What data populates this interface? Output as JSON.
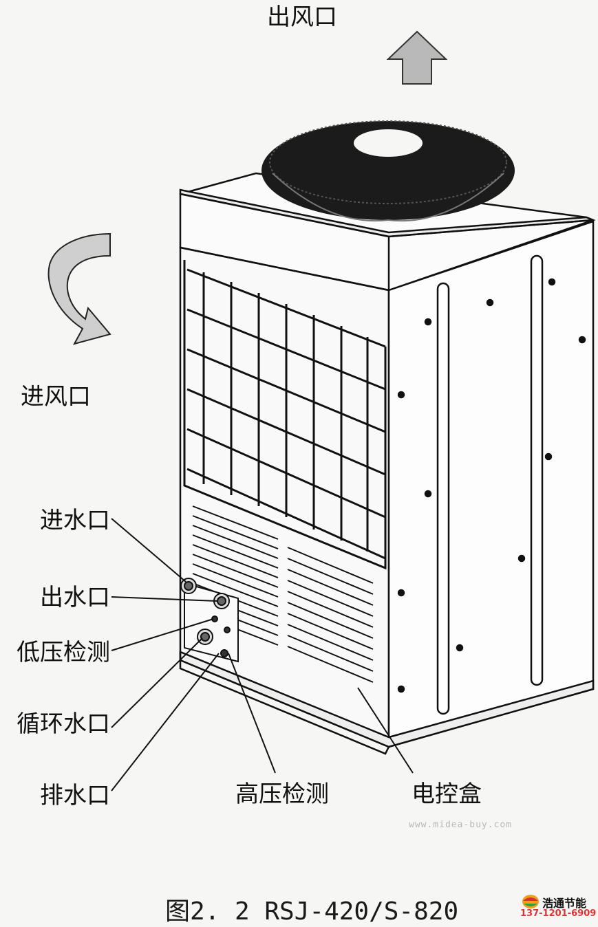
{
  "labels": {
    "air_outlet": "出风口",
    "air_inlet": "进风口",
    "water_inlet": "进水口",
    "water_outlet": "出水口",
    "low_pressure_test": "低压检测",
    "circulation_port": "循环水口",
    "drain_port": "排水口",
    "high_pressure_test": "高压检测",
    "control_box": "电控盒"
  },
  "caption": "图2. 2   RSJ-420/S-820",
  "watermark": "www.midea-buy.com",
  "brand": {
    "name": "浩通节能",
    "phone": "137-1201-6909"
  },
  "colors": {
    "background": "#f6f6f5",
    "line": "#111111",
    "fan_grille": "#1b1b1b",
    "brand_phone": "#dd3333"
  }
}
